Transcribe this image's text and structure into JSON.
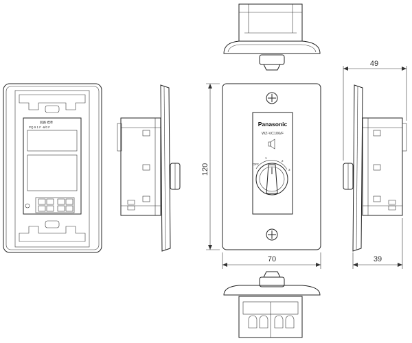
{
  "product": {
    "brand": "Panasonic",
    "model": "WZ-VC106/F",
    "volume_scale": [
      "OFF",
      "1",
      "2",
      "3"
    ],
    "back_label_top": "回路 標準",
    "back_label_terminals": "PQ 9 1 F -6/0 F"
  },
  "dimensions": {
    "front_height": "120",
    "front_width": "70",
    "side_depth_total": "49",
    "side_depth_body": "39"
  },
  "colors": {
    "line": "#222222",
    "plate_fill": "#ffffff",
    "background": "#ffffff"
  }
}
